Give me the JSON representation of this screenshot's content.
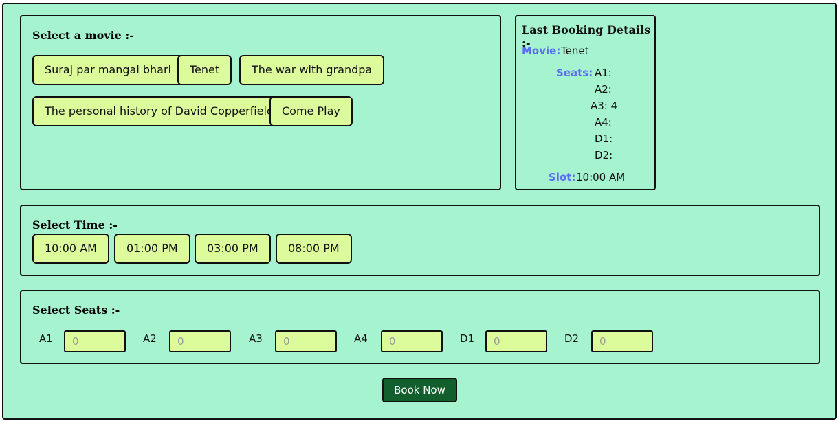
{
  "movies": {
    "heading": "Select a movie :-",
    "items": [
      "Suraj par mangal bhari",
      "Tenet",
      "The war with grandpa",
      "The personal history of David Copperfield",
      "Come Play"
    ]
  },
  "last_booking": {
    "heading": "Last Booking Details :-",
    "movie_label": "Movie:",
    "movie_value": "Tenet",
    "seats_label": "Seats:",
    "seats": [
      "A1:",
      "A2:",
      "A3: 4",
      "A4:",
      "D1:",
      "D2:"
    ],
    "slot_label": "Slot:",
    "slot_value": "10:00 AM"
  },
  "time": {
    "heading": "Select Time :-",
    "slots": [
      "10:00 AM",
      "01:00 PM",
      "03:00 PM",
      "08:00 PM"
    ]
  },
  "seats": {
    "heading": "Select Seats :-",
    "items": [
      {
        "label": "A1",
        "placeholder": "0"
      },
      {
        "label": "A2",
        "placeholder": "0"
      },
      {
        "label": "A3",
        "placeholder": "0"
      },
      {
        "label": "A4",
        "placeholder": "0"
      },
      {
        "label": "D1",
        "placeholder": "0"
      },
      {
        "label": "D2",
        "placeholder": "0"
      }
    ]
  },
  "book_button": "Book Now",
  "colors": {
    "background": "#a6f3d0",
    "button": "#dcfb9a",
    "accent": "#5b6df5",
    "book_button": "#125f2d"
  }
}
